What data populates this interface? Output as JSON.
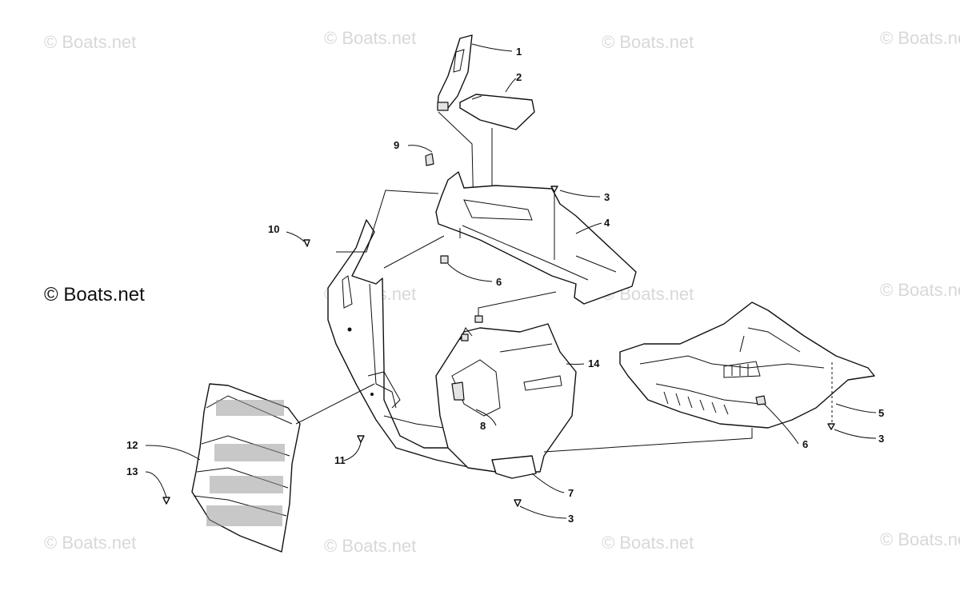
{
  "watermarks": {
    "text": "© Boats.net",
    "big_text": "© Boats.net"
  },
  "callouts": {
    "c1": "1",
    "c2": "2",
    "c3a": "3",
    "c3b": "3",
    "c3c": "3",
    "c4": "4",
    "c5": "5",
    "c6a": "6",
    "c6b": "6",
    "c7": "7",
    "c8": "8",
    "c9": "9",
    "c10": "10",
    "c11": "11",
    "c12": "12",
    "c13": "13",
    "c14": "14"
  },
  "colors": {
    "line": "#111111",
    "watermark": "#d8d8d8",
    "fill": "#ffffff",
    "grille": "#9a9a9a"
  }
}
